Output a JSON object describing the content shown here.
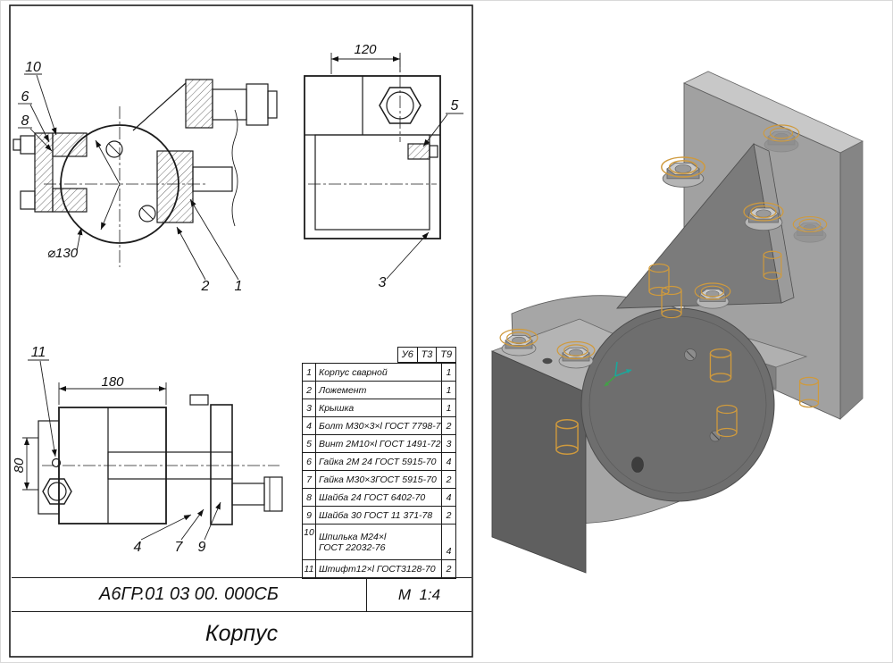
{
  "sheet": {
    "title": "Корпус",
    "doc_number": "А6ГР.01 03 00. 000СБ",
    "scale": "М  1:4",
    "zone_cells": [
      "У6",
      "Т3",
      "Т9"
    ]
  },
  "views": {
    "clamp_view": {
      "callout_10": "10",
      "callout_6": "6",
      "callout_8": "8",
      "dim_diameter": "⌀130",
      "callout_2": "2",
      "callout_1": "1"
    },
    "top_view": {
      "dim_width": "120",
      "callout_5": "5",
      "callout_3": "3"
    },
    "side_view": {
      "callout_11": "11",
      "dim_length": "180",
      "dim_height": "80",
      "callout_4": "4",
      "callout_7": "7",
      "callout_9": "9"
    }
  },
  "bom": {
    "rows": [
      {
        "pos": "1",
        "name": "Корпус сварной",
        "qty": "1"
      },
      {
        "pos": "2",
        "name": "Ложемент",
        "qty": "1"
      },
      {
        "pos": "3",
        "name": "Крышка",
        "qty": "1"
      },
      {
        "pos": "4",
        "name": "Болт М30×3×l ГОСТ 7798-70",
        "qty": "2"
      },
      {
        "pos": "5",
        "name": "Винт 2М10×l ГОСТ 1491-72",
        "qty": "3"
      },
      {
        "pos": "6",
        "name": "Гайка 2М 24 ГОСТ 5915-70",
        "qty": "4"
      },
      {
        "pos": "7",
        "name": "Гайка М30×3ГОСТ 5915-70",
        "qty": "2"
      },
      {
        "pos": "8",
        "name": "Шайба 24 ГОСТ 6402-70",
        "qty": "4"
      },
      {
        "pos": "9",
        "name": "Шайба 30 ГОСТ 11 371-78",
        "qty": "2"
      },
      {
        "pos": "10",
        "name": "Шпилька М24×l",
        "name2": "ГОСТ 22032-76",
        "qty": "4"
      },
      {
        "pos": "11",
        "name": "Штифт12×l ГОСТ3128-70",
        "qty": "2"
      }
    ]
  }
}
